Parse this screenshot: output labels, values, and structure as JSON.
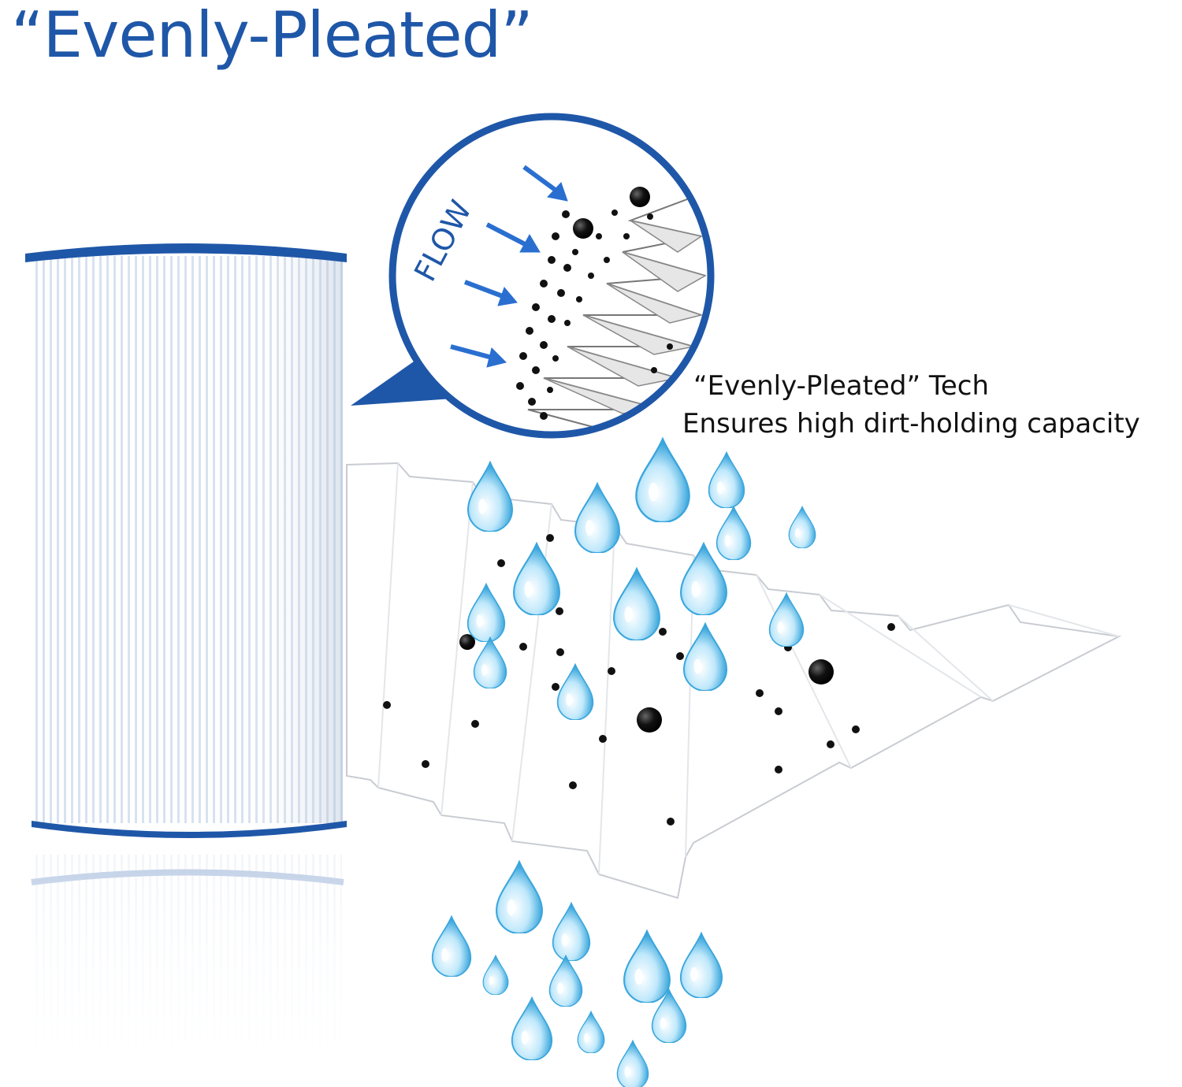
{
  "title": "“Evenly-Pleated”",
  "callout": {
    "flow_label": "FLOW",
    "line1": "“Evenly-Pleated” Tech",
    "line2": "Ensures high dirt-holding capacity"
  },
  "colors": {
    "brand_blue": "#1f57a8",
    "water": "#4fb6e6",
    "particle": "#111111"
  },
  "icons": [
    "filter-cartridge",
    "magnifier-callout",
    "flow-arrow",
    "water-drop",
    "dirt-particle",
    "pleated-sheet"
  ]
}
